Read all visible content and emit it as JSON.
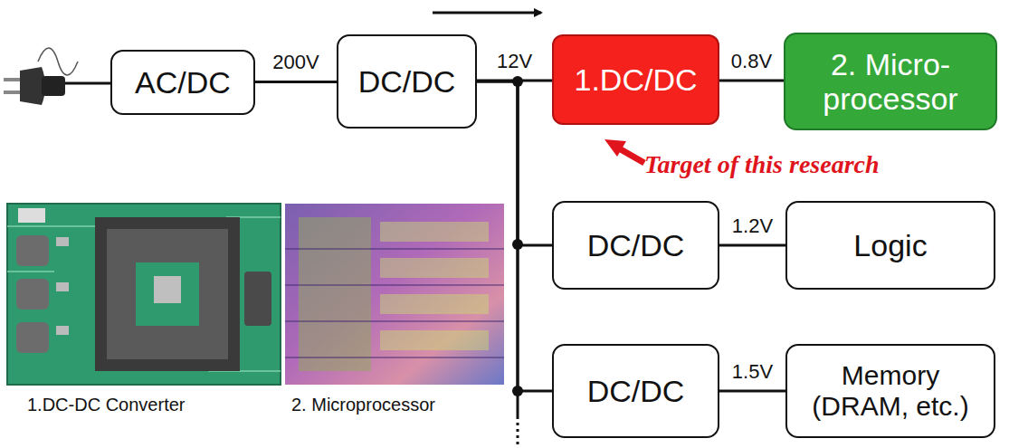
{
  "diagram": {
    "nodes": [
      {
        "text": [
          "AC/DC"
        ]
      },
      {
        "text": [
          "DC/DC"
        ]
      },
      {
        "text": [
          "1.DC/DC"
        ]
      },
      {
        "text": [
          "2. Micro- processor"
        ]
      },
      {
        "text": [
          "DC/DC"
        ]
      },
      {
        "text": [
          "Logic"
        ]
      },
      {
        "text": [
          "DC/DC"
        ]
      },
      {
        "text": [
          "Memory (DRAM, etc.)"
        ]
      }
    ],
    "edges": [
      {
        "from": 0,
        "to": 1,
        "label": "200V",
        "arrow": "none"
      },
      {
        "from": 1,
        "to": 2,
        "label": "12V",
        "arrow": "none"
      },
      {
        "from": 2,
        "to": 3,
        "label": "0.8V",
        "arrow": "none"
      },
      {
        "from": 1,
        "to": 4,
        "arrow": "none"
      },
      {
        "from": 4,
        "to": 5,
        "label": "1.2V",
        "arrow": "none"
      },
      {
        "from": 1,
        "to": 6,
        "arrow": "none"
      },
      {
        "from": 6,
        "to": 7,
        "label": "1.5V",
        "arrow": "none"
      }
    ],
    "labels": [
      "Target of this research",
      "1.DC-DC Converter",
      "2. Microprocessor"
    ]
  }
}
